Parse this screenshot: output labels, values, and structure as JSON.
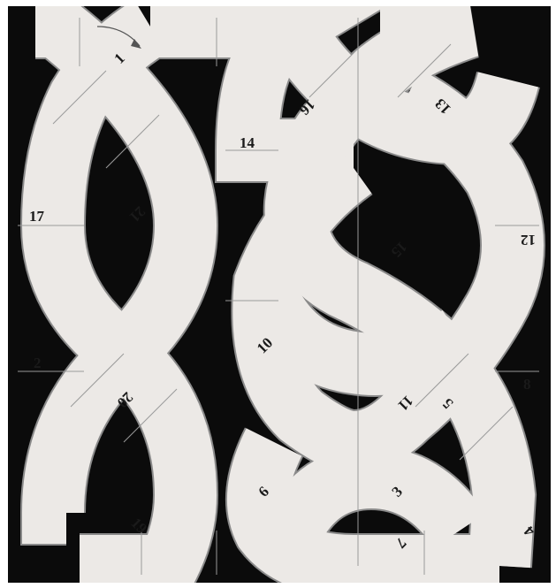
{
  "colors": {
    "background": "#0b0b0b",
    "frame": "#ffffff",
    "band": "#ece9e6",
    "band_edge": "#8a8a8a",
    "number": "#1a1a1a"
  },
  "labels": {
    "n1": "1",
    "n2": "2",
    "n3": "3",
    "n4": "4",
    "n5": "5",
    "n6": "6",
    "n7": "7",
    "n8": "8",
    "n10": "10",
    "n11": "11",
    "n12": "12",
    "n13": "13",
    "n14": "14",
    "n15": "15",
    "n16": "16",
    "n17": "17",
    "n19": "19",
    "n20": "20",
    "n21": "21"
  }
}
